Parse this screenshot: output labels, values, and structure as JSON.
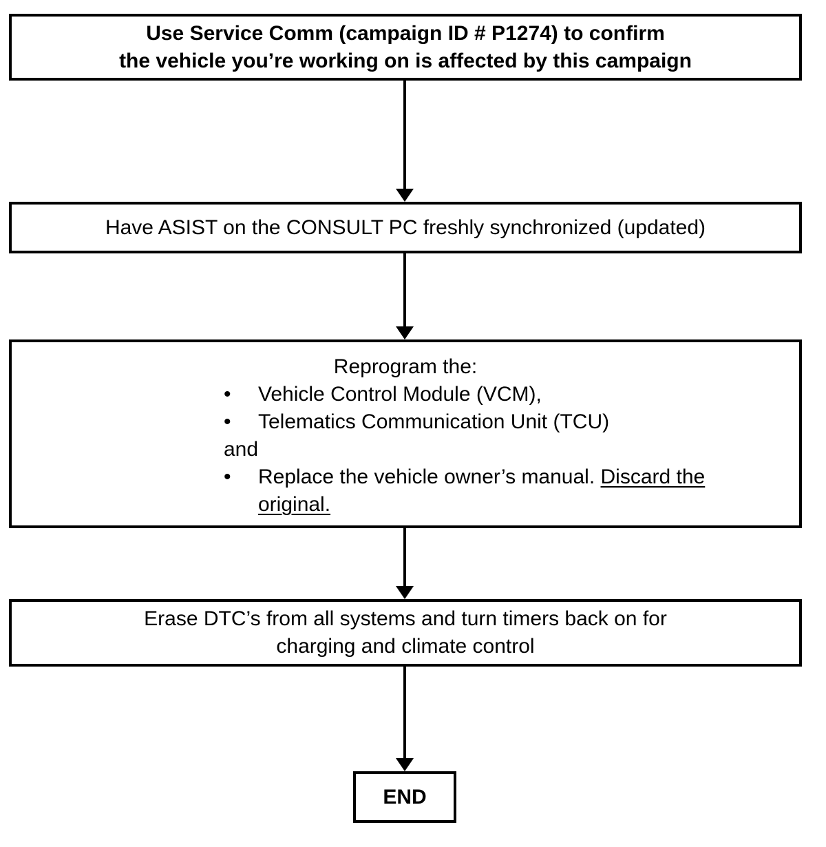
{
  "colors": {
    "ink": "#000000",
    "background": "#ffffff"
  },
  "flowchart": {
    "step1": {
      "line1": "Use Service Comm (campaign ID # P1274) to confirm",
      "line2": "the vehicle you’re working on is affected by this campaign"
    },
    "step2": {
      "text": "Have ASIST on the CONSULT PC freshly synchronized (updated)"
    },
    "step3": {
      "heading": "Reprogram the:",
      "bullet_char": "•",
      "bullets": [
        {
          "text": "Vehicle Control Module (VCM),"
        },
        {
          "text": "Telematics Communication Unit (TCU)"
        }
      ],
      "connector": "and",
      "bullet3": {
        "text": "Replace the vehicle owner’s manual. ",
        "underlined": "Discard the original."
      }
    },
    "step4": {
      "line1": "Erase DTC’s from all systems and turn timers back on for",
      "line2": "charging and climate control"
    },
    "end": {
      "label": "END"
    }
  }
}
